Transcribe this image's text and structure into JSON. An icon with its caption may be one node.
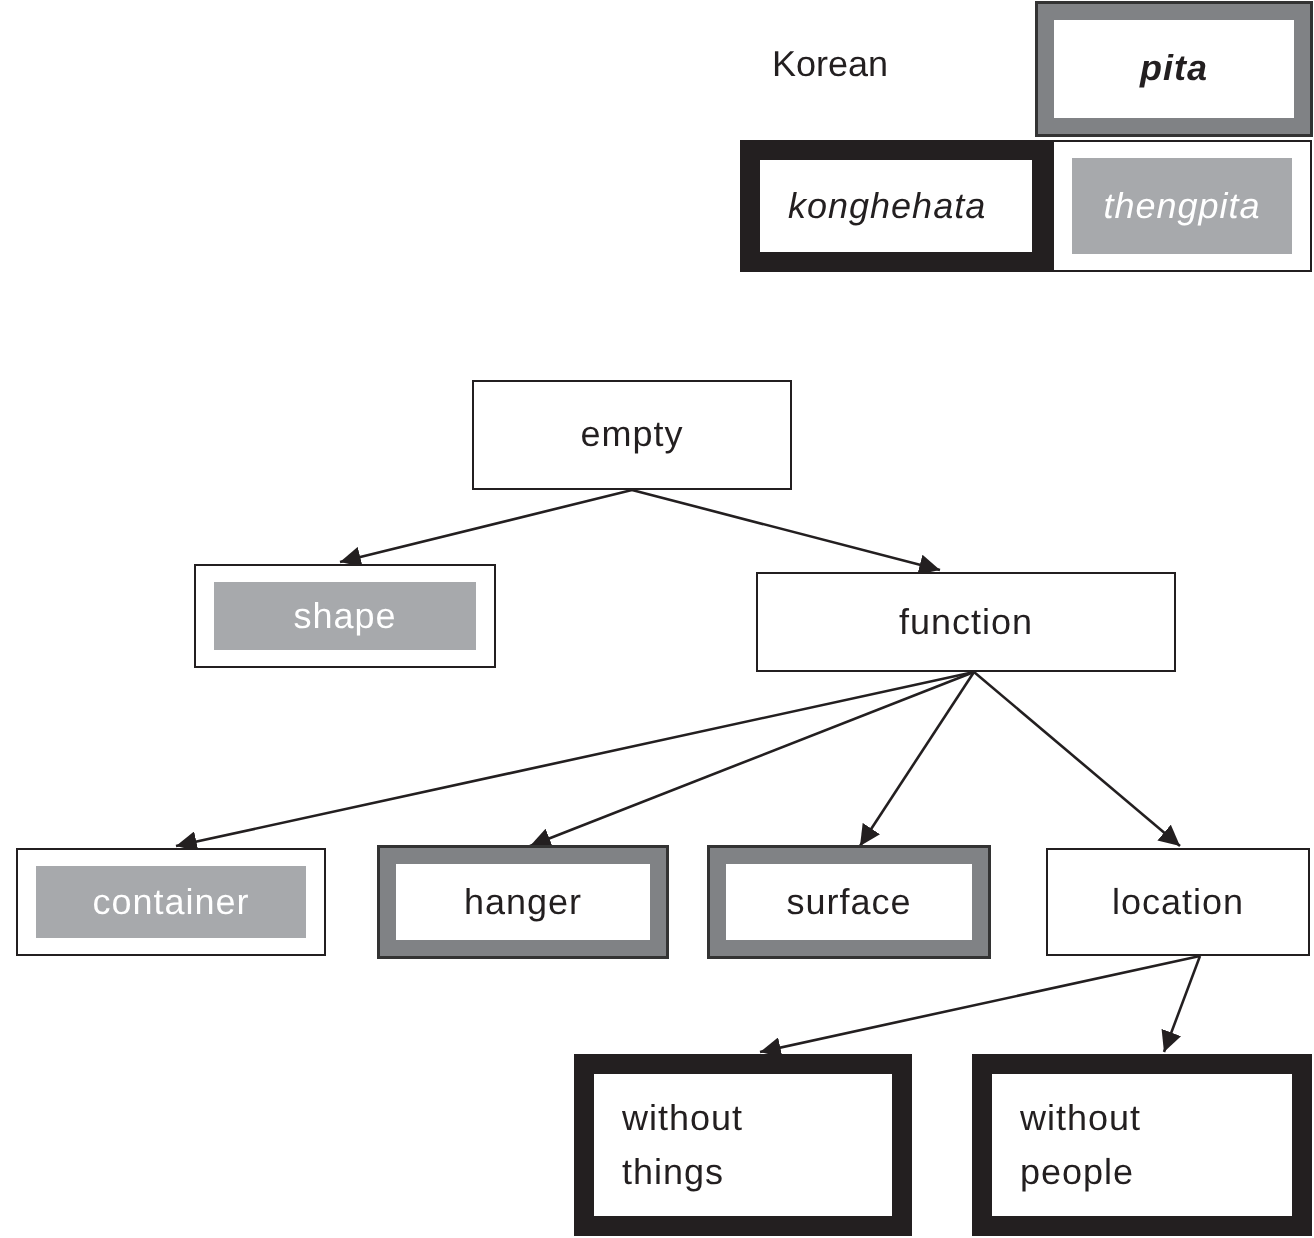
{
  "diagram": {
    "nodes": [
      {
        "text": [
          "pita"
        ]
      },
      {
        "text": [
          "konghehata"
        ]
      },
      {
        "text": [
          "thengpita"
        ]
      },
      {
        "text": [
          "empty"
        ]
      },
      {
        "text": [
          "shape"
        ]
      },
      {
        "text": [
          "function"
        ]
      },
      {
        "text": [
          "container"
        ]
      },
      {
        "text": [
          "hanger"
        ]
      },
      {
        "text": [
          "surface"
        ]
      },
      {
        "text": [
          "location"
        ]
      },
      {
        "text": [
          "without things"
        ]
      },
      {
        "text": [
          "without people"
        ]
      }
    ],
    "edges": [
      {
        "from": 3,
        "to": 4,
        "arrow": "to"
      },
      {
        "from": 3,
        "to": 5,
        "arrow": "to"
      },
      {
        "from": 5,
        "to": 6,
        "arrow": "to"
      },
      {
        "from": 5,
        "to": 7,
        "arrow": "to"
      },
      {
        "from": 5,
        "to": 8,
        "arrow": "to"
      },
      {
        "from": 5,
        "to": 9,
        "arrow": "to"
      },
      {
        "from": 9,
        "to": 10,
        "arrow": "to"
      },
      {
        "from": 9,
        "to": 11,
        "arrow": "to"
      }
    ],
    "labels": [
      "Korean"
    ]
  }
}
